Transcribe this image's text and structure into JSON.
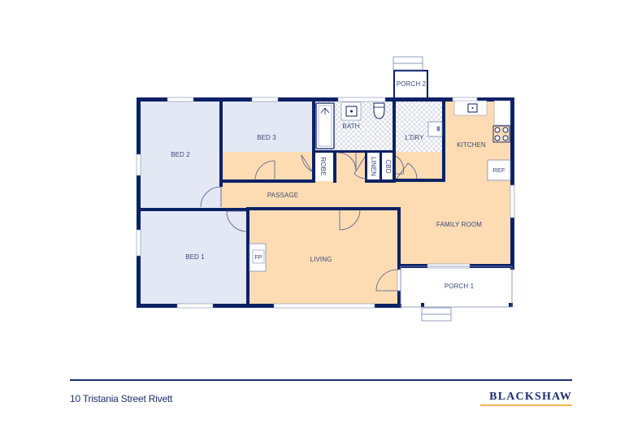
{
  "colors": {
    "wall": "#0a2165",
    "bedroom_fill": "#e3e8f4",
    "living_fill": "#fddcb3",
    "wet_fill": "#ffffff",
    "text": "#3a4a7a",
    "accent_gold": "#f2b451"
  },
  "rooms": {
    "bed2": "BED 2",
    "bed3": "BED 3",
    "bed1": "BED 1",
    "bath": "BATH",
    "robe": "ROBE",
    "linen": "LINEN",
    "cbd": "CBD",
    "laundry": "L'DRY",
    "kitchen": "KITCHEN",
    "passage": "PASSAGE",
    "living": "LIVING",
    "family_room": "FAMILY ROOM",
    "porch1": "PORCH 1",
    "porch2": "PORCH 2"
  },
  "fixtures": {
    "fireplace": "FP",
    "refrigerator": "REF"
  },
  "footer": {
    "address": "10 Tristania Street Rivett",
    "brand": "BLACKSHAW"
  }
}
